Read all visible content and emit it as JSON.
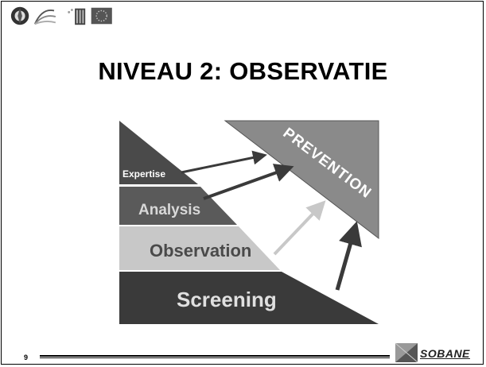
{
  "slide": {
    "title": "NIVEAU 2: OBSERVATIE",
    "page_number": "9"
  },
  "diagram": {
    "levels": [
      {
        "label": "Expertise"
      },
      {
        "label": "Analysis"
      },
      {
        "label": "Observation"
      },
      {
        "label": "Screening"
      }
    ],
    "target_label": "PREVENTION"
  },
  "footer": {
    "brand": "SOBANE"
  },
  "logos": [
    "sun-logo-icon",
    "wave-logo-icon",
    "flag-logo-icon",
    "eu-stars-logo-icon"
  ]
}
